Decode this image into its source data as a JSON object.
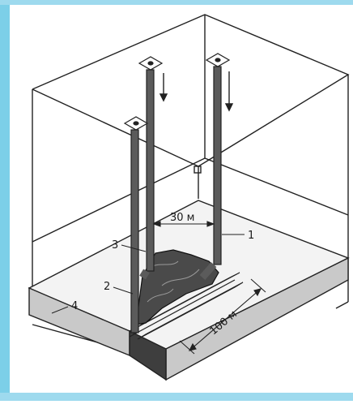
{
  "figure": {
    "labels": {
      "one": "1",
      "two": "2",
      "three": "3",
      "four": "4",
      "width_dim": "30 м",
      "length_dim": "100 м"
    },
    "colors": {
      "frame_blue": "#7ccfe8",
      "slab_gray": "#c9c9c9",
      "pipe_dark": "#5b5b5b",
      "ore_dark": "#4a4a4a",
      "line": "#222222"
    }
  }
}
